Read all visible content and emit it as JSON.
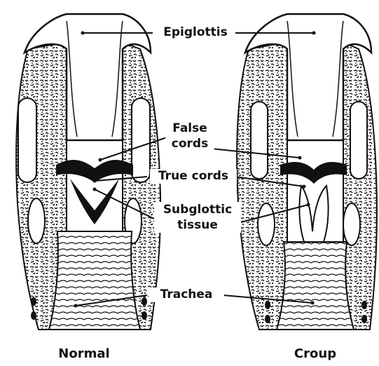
{
  "labels": {
    "epiglottis": "Epiglottis",
    "false_cords": [
      "False",
      "cords"
    ],
    "true_cords": "True cords",
    "subglottic": [
      "Subglottic",
      "tissue"
    ],
    "trachea": "Trachea"
  },
  "captions": {
    "normal": "Normal",
    "croup": "Croup"
  },
  "colors": {
    "ink": "#111111",
    "paper": "#ffffff"
  }
}
